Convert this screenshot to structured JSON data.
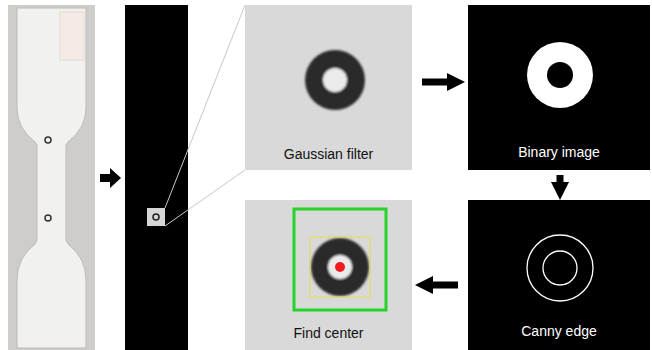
{
  "diagram": {
    "nodes": [
      {
        "text": [
          "Gaussian filter"
        ]
      },
      {
        "text": [
          "Binary image"
        ]
      },
      {
        "text": [
          "Canny edge"
        ]
      },
      {
        "text": [
          "Find center"
        ]
      }
    ],
    "edges": [
      {
        "from": 0,
        "to": 1,
        "arrow": "to"
      },
      {
        "from": 1,
        "to": 2,
        "arrow": "to"
      },
      {
        "from": 2,
        "to": 3,
        "arrow": "to"
      }
    ]
  }
}
